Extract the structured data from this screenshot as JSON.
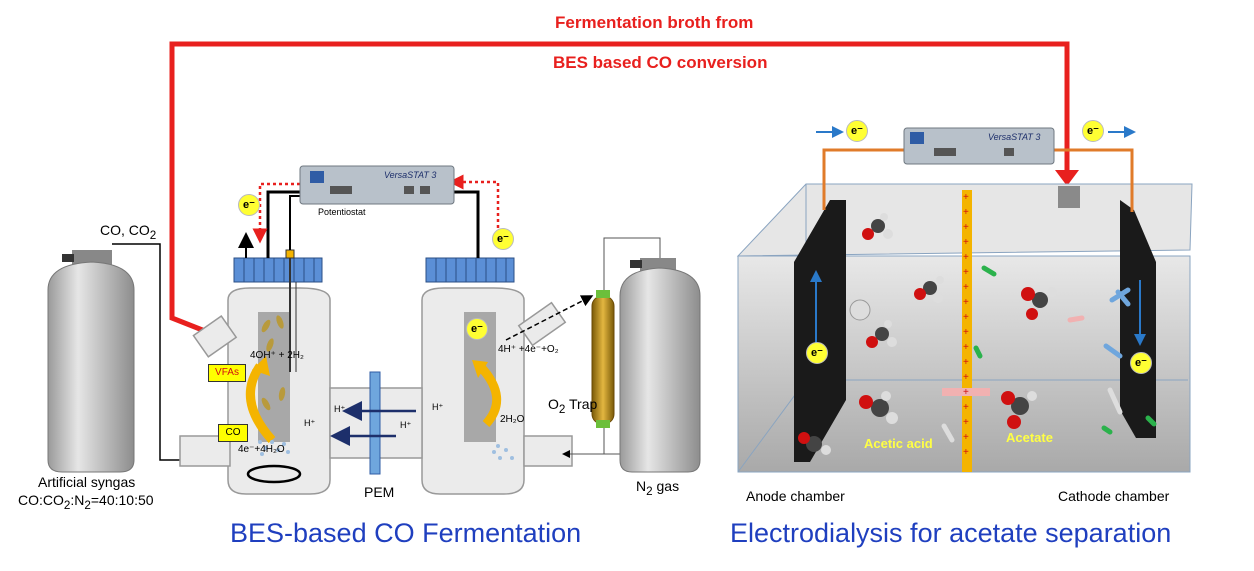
{
  "top_flow": {
    "line1": "Fermentation broth from",
    "line2": "BES based CO conversion"
  },
  "left": {
    "title": "BES-based CO Fermentation",
    "potentiostat_label": "Potentiostat",
    "device_brand": "VersaSTAT 3",
    "gas_in_label": "CO, CO",
    "gas_in_sub": "2",
    "syngas_label": "Artificial syngas",
    "syngas_ratio": "CO:CO",
    "syngas_ratio_sub": "2",
    "syngas_ratio_mid": ":N",
    "syngas_ratio_sub2": "2",
    "syngas_ratio_end": "=40:10:50",
    "pem_label": "PEM",
    "o2trap_label": "O",
    "o2trap_sub": "2",
    "o2trap_end": " Trap",
    "n2_label": "N",
    "n2_sub": "2",
    "n2_end": " gas",
    "vfas_label": "VFAs",
    "co_box_label": "CO",
    "eq_cathode_top": "4OH⁺ + 2H₂",
    "eq_cathode_bottom": "4e⁻+4H₂O",
    "eq_anode_top": "4H⁺ +4e⁻+O₂",
    "eq_anode_bottom": "2H₂O",
    "h_plus": "H⁺",
    "electron": "e⁻"
  },
  "right": {
    "title": "Electrodialysis for acetate separation",
    "anode_label": "Anode chamber",
    "cathode_label": "Cathode chamber",
    "acetic_acid_label": "Acetic acid",
    "acetate_label": "Acetate",
    "membrane_sign": "+",
    "electron": "e⁻"
  },
  "colors": {
    "flow_red": "#e8201e",
    "title_blue": "#1f3fbf",
    "wire_orange": "#e07b2a",
    "membrane": "#f4b400"
  }
}
